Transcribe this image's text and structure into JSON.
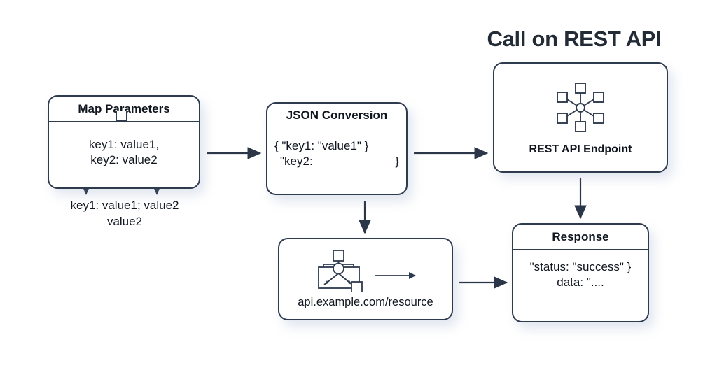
{
  "title": "Call on REST API",
  "nodes": {
    "map_parameters": {
      "header": "Map Parameters",
      "line1": "key1: value1,",
      "line2": "key2: value2",
      "icon": "small-square-icon"
    },
    "json_conversion": {
      "header": "JSON Conversion",
      "line1": "{ \"key1: \"value1\" }",
      "line2_left": "\"key2:",
      "line2_right": "}"
    },
    "rest_endpoint": {
      "label": "REST API Endpoint",
      "icon": "hub-and-spoke-icon"
    },
    "api_resource": {
      "label": "api.example.com/resource",
      "icon": "api-gateway-icon"
    },
    "response": {
      "header": "Response",
      "line1": "\"status: \"success\" }",
      "line2": "data: \"...."
    }
  },
  "caption_under_map": {
    "line1": "key1: value1; value2",
    "line2": "value2"
  },
  "colors": {
    "stroke": "#2e3a4e",
    "arrow": "#2b3648",
    "text": "#10161f",
    "title": "#232b37",
    "box_fill": "#ffffff",
    "page_bg": "#ffffff"
  },
  "connections": [
    {
      "from": "map_parameters",
      "to": "json_conversion",
      "direction": "right"
    },
    {
      "from": "json_conversion",
      "to": "rest_endpoint",
      "direction": "right"
    },
    {
      "from": "json_conversion",
      "to": "api_resource",
      "direction": "down"
    },
    {
      "from": "rest_endpoint",
      "to": "response",
      "direction": "down"
    },
    {
      "from": "api_resource",
      "to": "response",
      "direction": "right"
    }
  ]
}
